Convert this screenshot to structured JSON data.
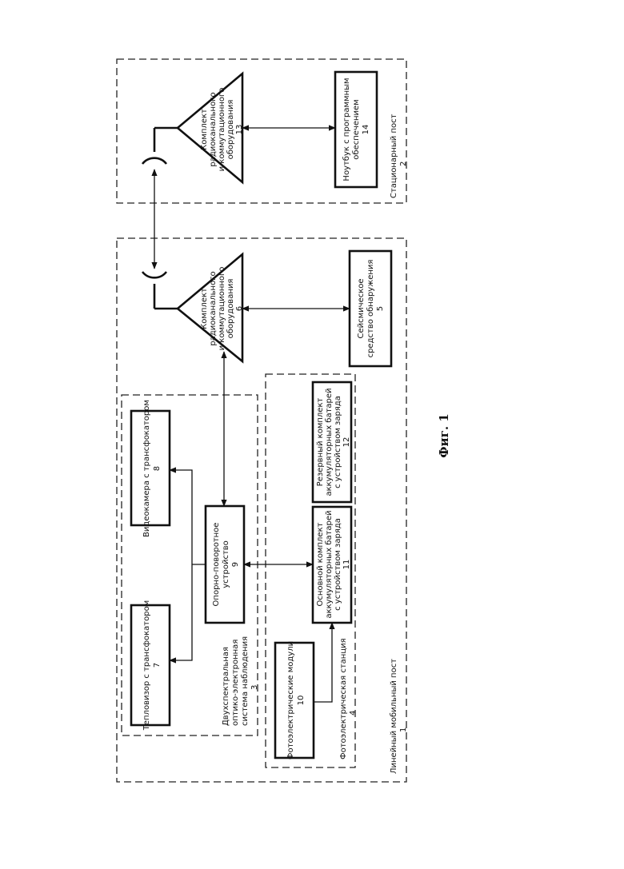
{
  "figure_caption": "Фиг. 1",
  "blocks": {
    "linear_mobile_post": {
      "line1": "Линейный мобильный пост",
      "number": "1"
    },
    "stationary_post": {
      "line1": "Стационарный пост",
      "number": "2"
    },
    "optical_system": {
      "line1": "Двухспектральная",
      "line2": "оптико-электронная",
      "line3": "система наблюдения",
      "number": "3"
    },
    "photo_station": {
      "line1": "Фотоэлектрическая станция",
      "number": "4"
    },
    "seismic": {
      "line1": "Сейсмическое",
      "line2": "средство обнаружения",
      "number": "5"
    },
    "radio_mobile": {
      "line1": "Комплект",
      "line2": "радиоканального",
      "line3": "и коммутационного",
      "line4": "оборудования",
      "number": "6"
    },
    "thermal_imager": {
      "line1": "Тепловизор с трансфокатором",
      "number": "7"
    },
    "video_camera": {
      "line1": "Видеокамера с трансфокатором",
      "number": "8"
    },
    "pan_tilt": {
      "line1": "Опорно-поворотное",
      "line2": "устройство",
      "number": "9"
    },
    "pv_modules": {
      "line1": "Фотоэлектрические модули",
      "number": "10"
    },
    "main_battery": {
      "line1": "Основной комплект",
      "line2": "аккумуляторных батарей",
      "line3": "с устройством заряда",
      "number": "11"
    },
    "reserve_battery": {
      "line1": "Резервный комплект",
      "line2": "аккумуляторных батарей",
      "line3": "с устройством заряда",
      "number": "12"
    },
    "radio_stationary": {
      "line1": "Комплект",
      "line2": "радиоканального",
      "line3": "и коммутационного",
      "line4": "оборудования",
      "number": "13"
    },
    "notebook": {
      "line1": "Ноутбук с программным",
      "line2": "обеспечением",
      "number": "14"
    }
  }
}
